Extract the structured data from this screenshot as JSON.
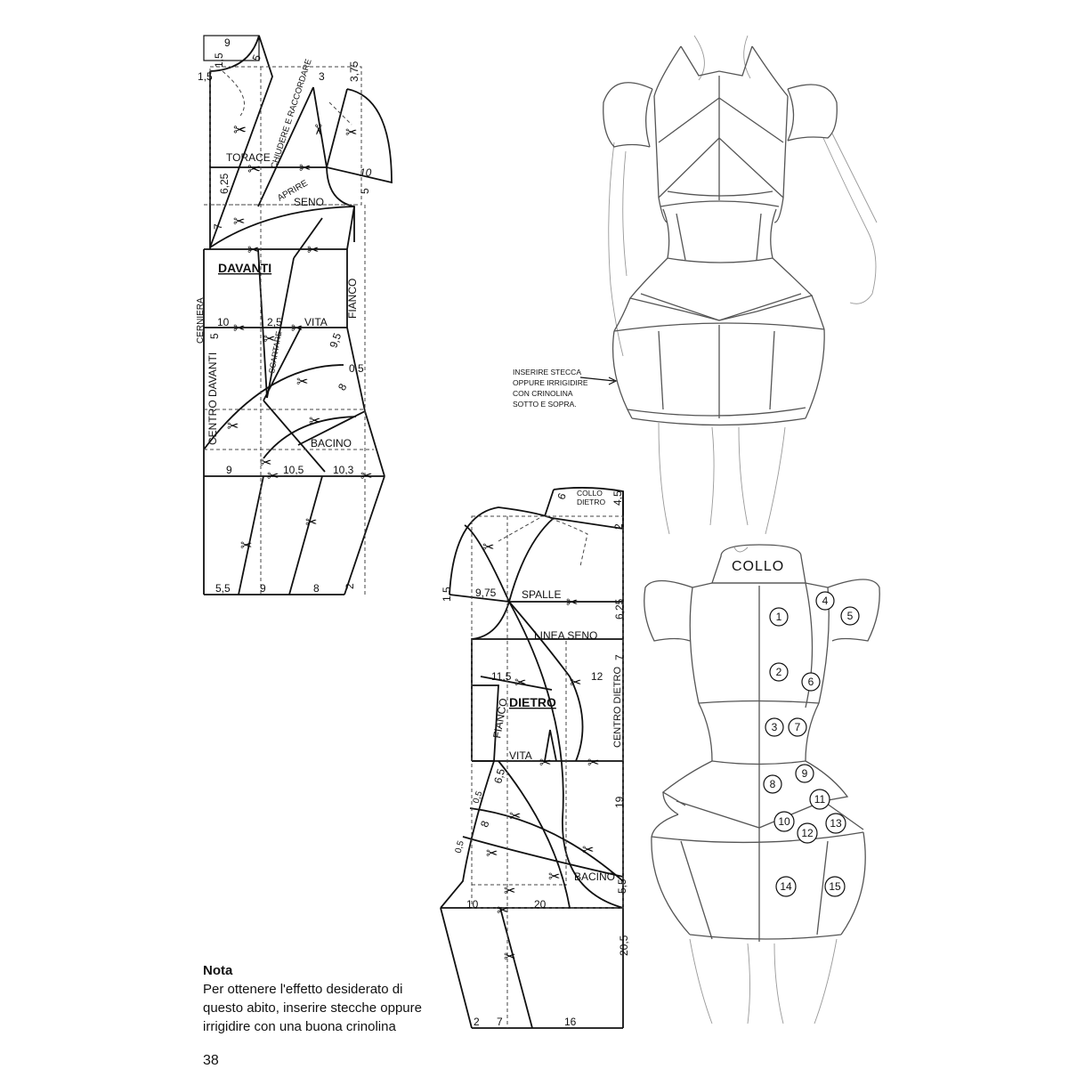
{
  "front_pattern": {
    "title": "DAVANTI",
    "labels": {
      "torace": "TORACE",
      "seno": "SENO",
      "vita": "VITA",
      "bacino": "BACINO",
      "fianco": "FIANCO",
      "centro_davanti": "CENTRO DAVANTI",
      "cerniera": "CERNIERA",
      "chiudere": "CHIUDERE E RACCORDARE",
      "aprire": "APRIRE",
      "scartare": "SCARTARE"
    },
    "measures": {
      "m9_top": "9",
      "m1_5a": "1,5",
      "m1_5b": "1,5",
      "m5_top": "5",
      "m3": "3",
      "m3_75": "3,75",
      "m10_right": "10",
      "m5_right": "5",
      "m6_25": "6,25",
      "m7": "7",
      "m10_vita": "10",
      "m2_5": "2,5",
      "m5_left": "5",
      "m9_5": "9,5",
      "m0_5": "0,5",
      "m8_side": "8",
      "m9_hip": "9",
      "m10_5": "10,5",
      "m10_3": "10,3",
      "m5_5": "5,5",
      "m9_bottom": "9",
      "m8_bottom": "8",
      "m2_bottom": "2"
    }
  },
  "back_pattern": {
    "title": "DIETRO",
    "labels": {
      "collo_dietro_1": "COLLO",
      "collo_dietro_2": "DIETRO",
      "spalle": "SPALLE",
      "linea_seno": "LINEA SENO",
      "vita": "VITA",
      "bacino": "BACINO",
      "fianco": "FIANCO",
      "centro_dietro": "CENTRO DIETRO"
    },
    "measures": {
      "m6": "6",
      "m4_5": "4,5",
      "m2_top": "2",
      "m1_5": "1,5",
      "m9_75": "9,75",
      "m6_25": "6,25",
      "m7": "7",
      "m11_5": "11,5",
      "m12": "12",
      "m6_5": "6,5",
      "m0_5a": "0,5",
      "m8": "8",
      "m0_5b": "0,5",
      "m19": "19",
      "m10": "10",
      "m20": "20",
      "m5_5": "5,5",
      "m20_5": "20,5",
      "m2_bottom": "2",
      "m7_bottom": "7",
      "m16": "16"
    }
  },
  "sketch_note": {
    "line1": "INSERIRE STECCA",
    "line2": "OPPURE IRRIGIDIRE",
    "line3": "CON CRINOLINA",
    "line4": "SOTTO E SOPRA."
  },
  "collar_label": "COLLO",
  "piece_numbers": [
    "1",
    "2",
    "3",
    "4",
    "5",
    "6",
    "7",
    "8",
    "9",
    "10",
    "11",
    "12",
    "13",
    "14",
    "15"
  ],
  "note": {
    "title": "Nota",
    "body": "Per ottenere l'effetto desiderato di questo abito, inserire stecche oppure irrigidire con una buona crinolina"
  },
  "page_number": "38"
}
